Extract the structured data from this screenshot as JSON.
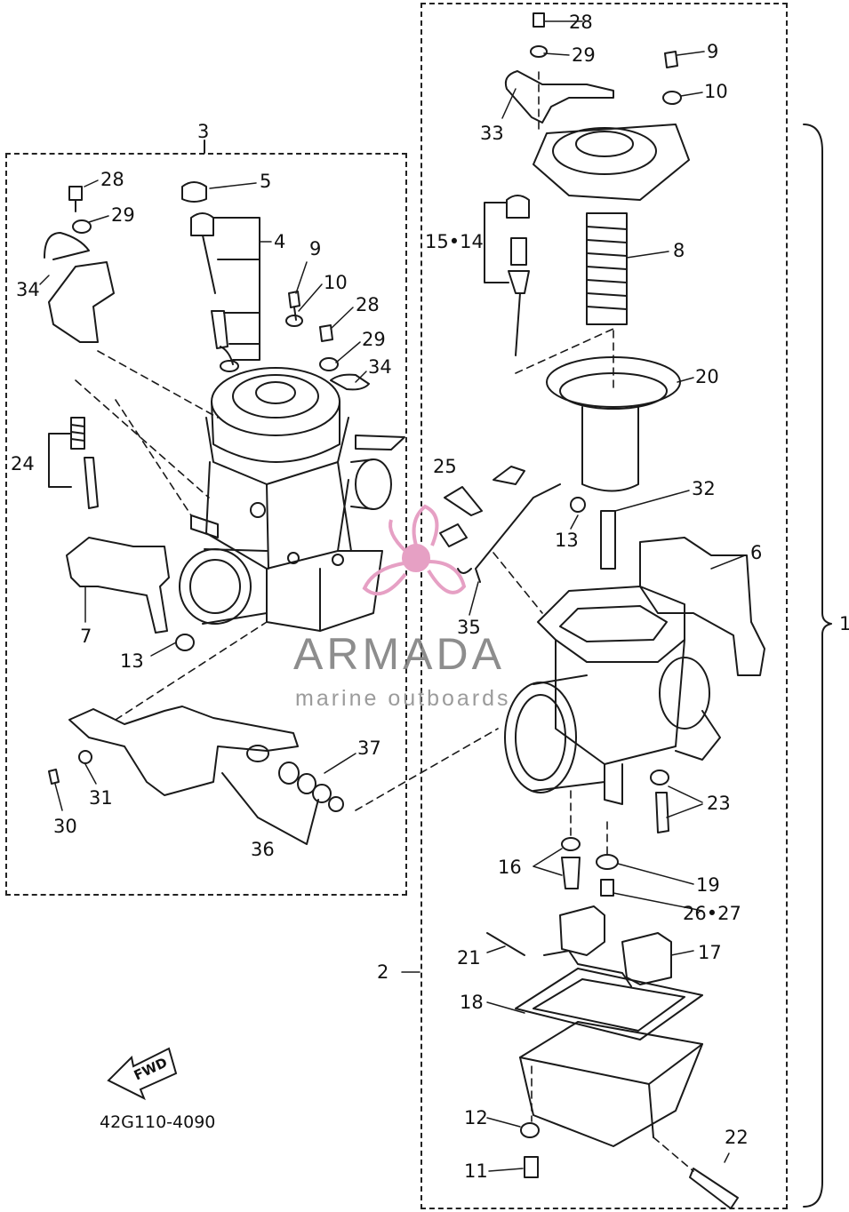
{
  "colors": {
    "ink": "#1a1a1a",
    "logo_pink": "#e6a0c4",
    "watermark_gray": "#7a7a7a"
  },
  "watermark": {
    "brand": "ARMADA",
    "tagline": "marine outboards"
  },
  "diagram_code": "42G110-4090",
  "fwd_label": "FWD",
  "group_labels": {
    "group_3": "3",
    "group_2": "2",
    "group_1": "1"
  },
  "left_group": {
    "28": "28",
    "29": "29",
    "34a": "34",
    "5": "5",
    "4": "4",
    "9": "9",
    "10": "10",
    "28b": "28",
    "29b": "29",
    "34b": "34",
    "24": "24",
    "7": "7",
    "13": "13",
    "37": "37",
    "31": "31",
    "30": "30",
    "36": "36"
  },
  "right_group": {
    "28": "28",
    "29": "29",
    "9": "9",
    "10": "10",
    "33": "33",
    "15-14": "15•14",
    "8": "8",
    "20": "20",
    "25": "25",
    "32": "32",
    "13": "13",
    "6": "6",
    "35": "35",
    "23": "23",
    "16": "16",
    "19": "19",
    "26-27": "26•27",
    "21": "21",
    "17": "17",
    "18": "18",
    "12": "12",
    "11": "11",
    "22": "22"
  }
}
